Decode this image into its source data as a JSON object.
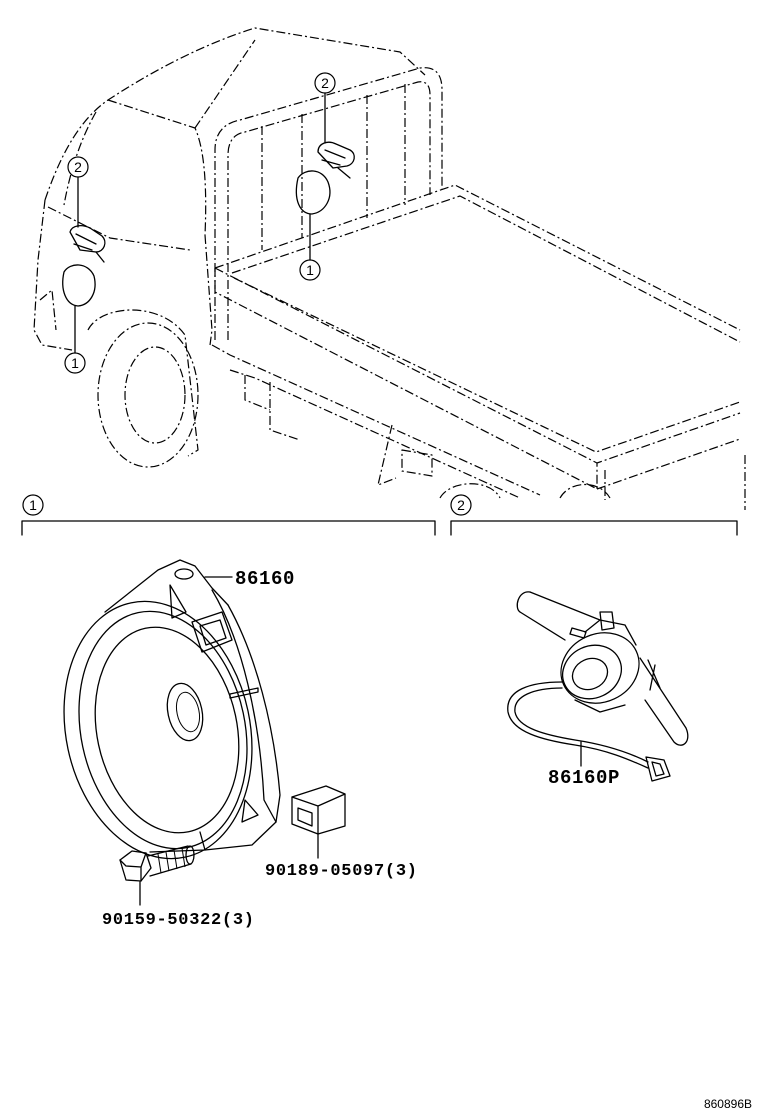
{
  "truck_callouts": {
    "rear_clip": "2",
    "front_clip": "2",
    "rear_speaker": "1",
    "front_speaker": "1"
  },
  "sections": {
    "speaker_section": "1",
    "tweeter_section": "2"
  },
  "parts": {
    "speaker": "86160",
    "tweeter": "86160P",
    "clip": "90189-05097(3)",
    "screw": "90159-50322(3)"
  },
  "diagram_code": "860896B"
}
